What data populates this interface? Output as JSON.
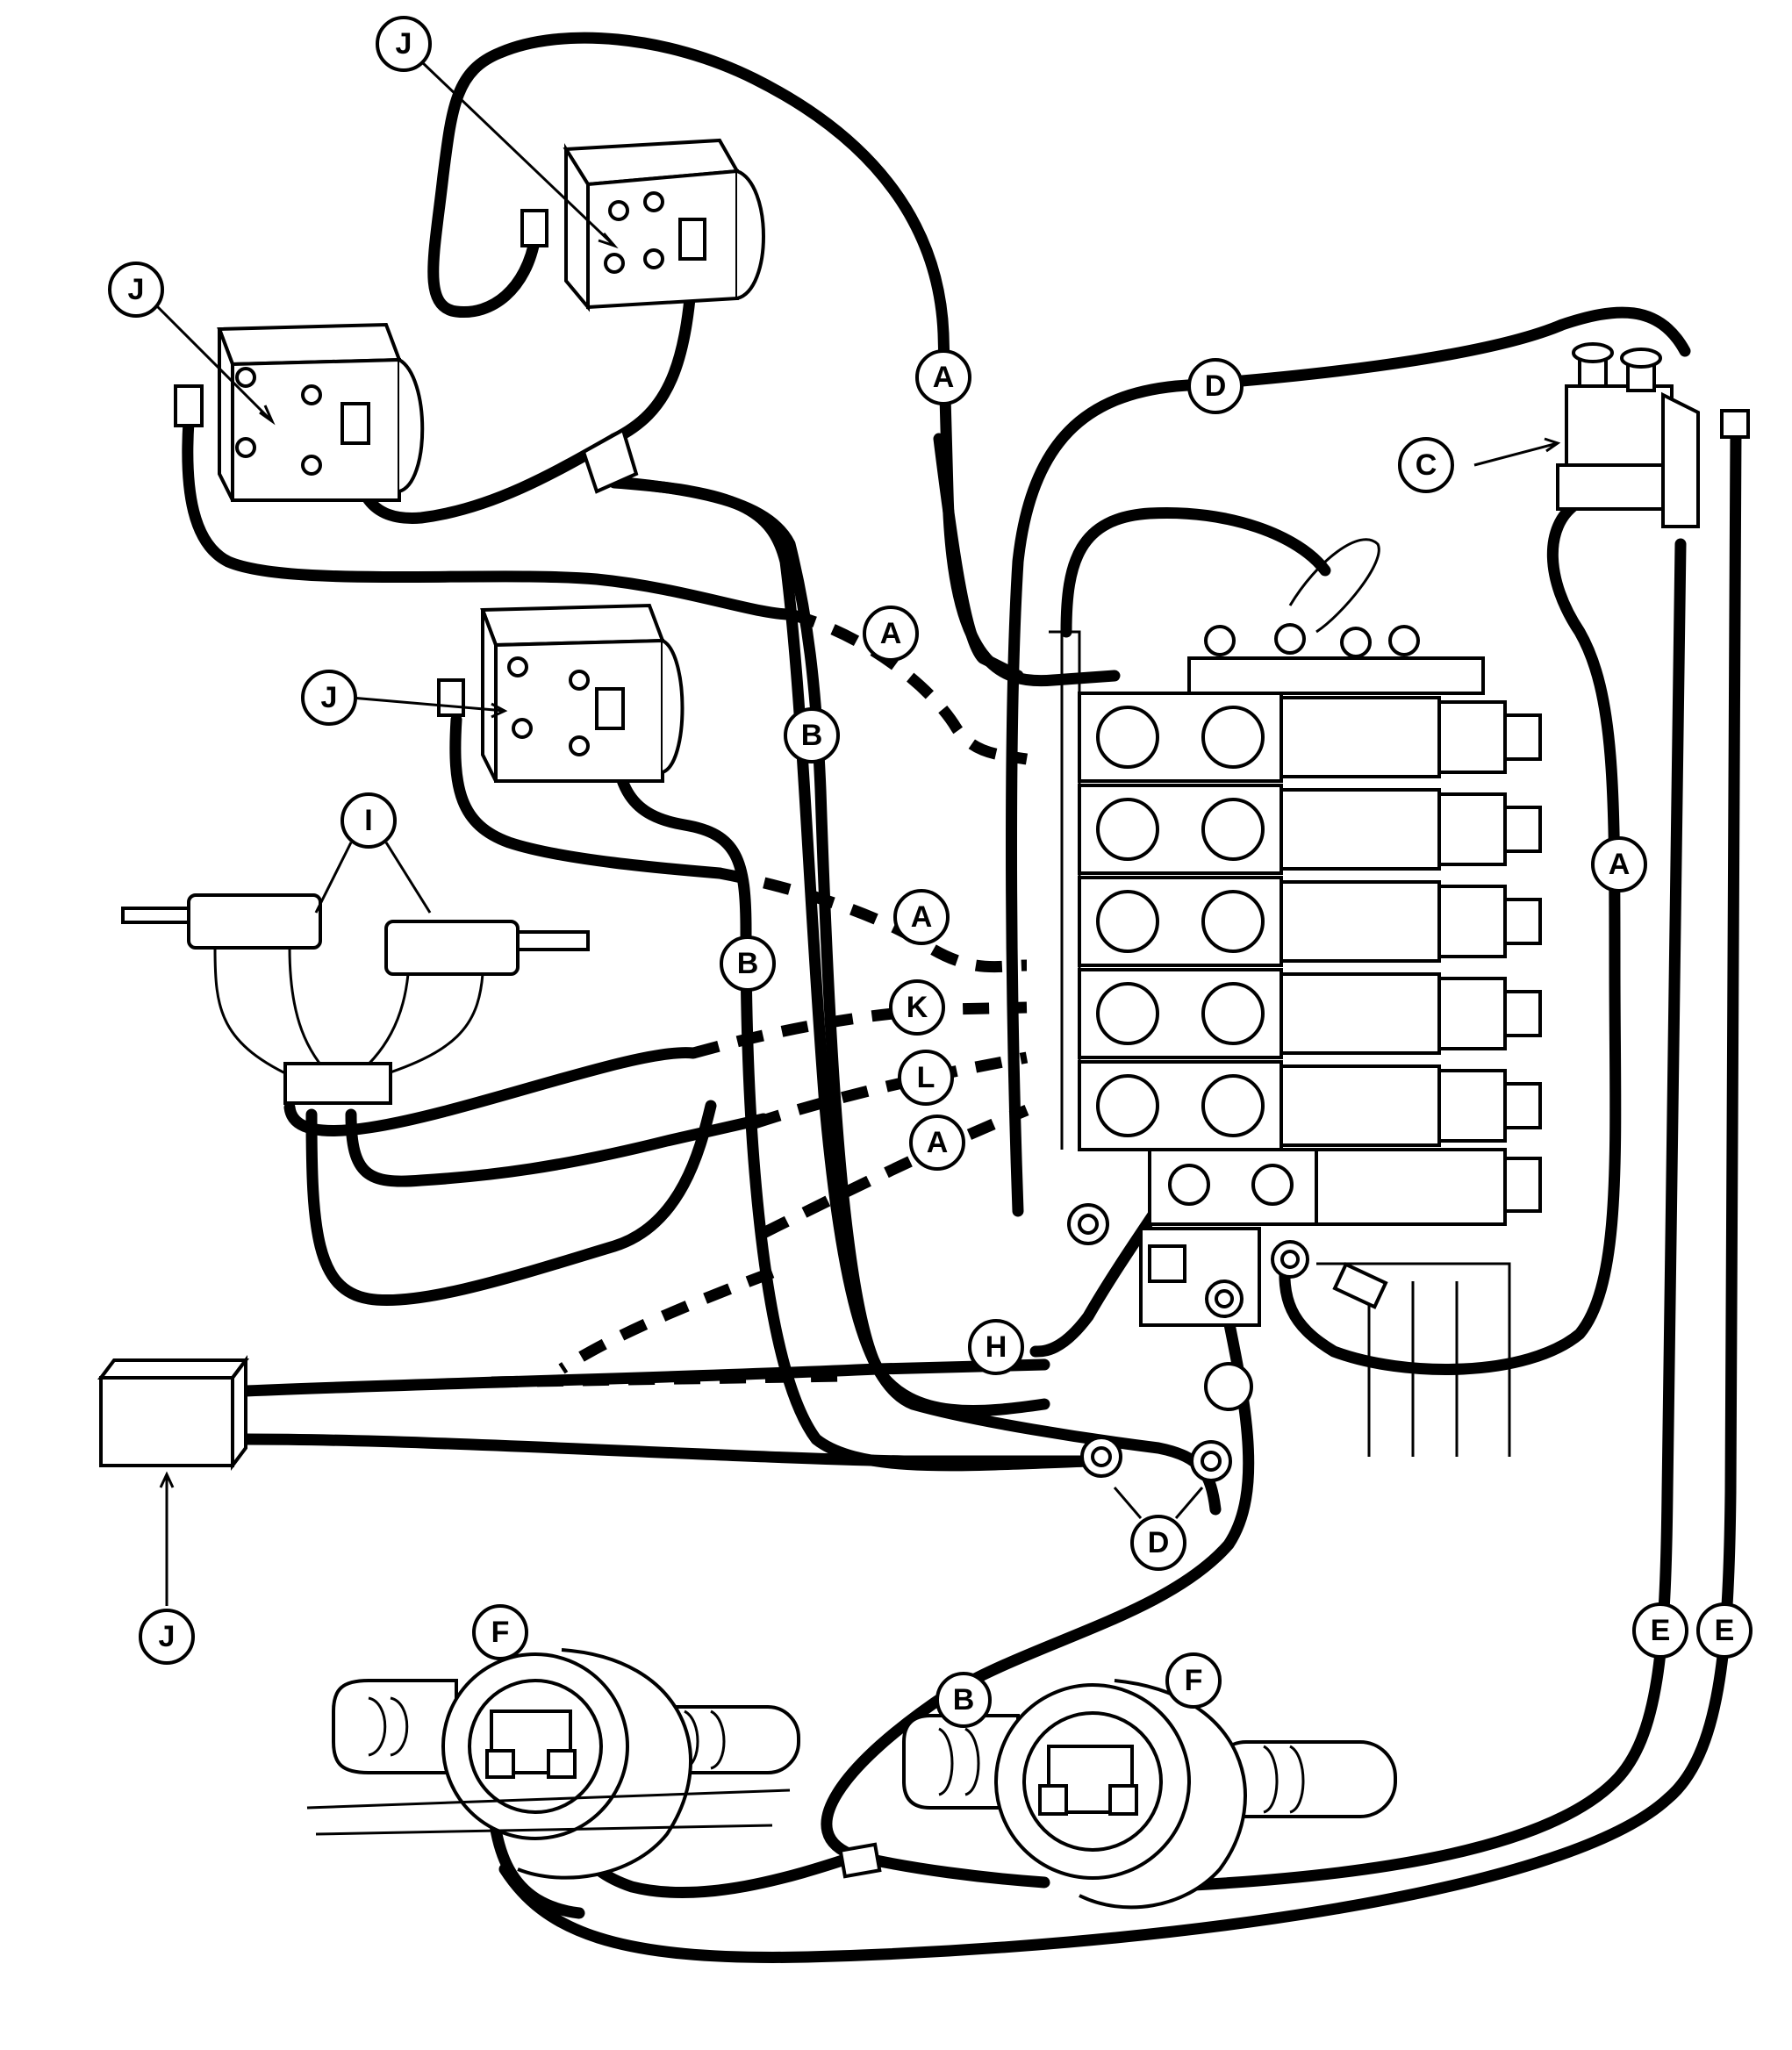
{
  "callouts": [
    {
      "id": "J1",
      "letter": "J"
    },
    {
      "id": "J2",
      "letter": "J"
    },
    {
      "id": "J3",
      "letter": "J"
    },
    {
      "id": "J4",
      "letter": "J"
    },
    {
      "id": "A1",
      "letter": "A"
    },
    {
      "id": "A2",
      "letter": "A"
    },
    {
      "id": "A3",
      "letter": "A"
    },
    {
      "id": "A4",
      "letter": "A"
    },
    {
      "id": "A5",
      "letter": "A"
    },
    {
      "id": "B1",
      "letter": "B"
    },
    {
      "id": "B2",
      "letter": "B"
    },
    {
      "id": "B3",
      "letter": "B"
    },
    {
      "id": "C",
      "letter": "C"
    },
    {
      "id": "D1",
      "letter": "D"
    },
    {
      "id": "D2",
      "letter": "D"
    },
    {
      "id": "E1",
      "letter": "E"
    },
    {
      "id": "E2",
      "letter": "E"
    },
    {
      "id": "F1",
      "letter": "F"
    },
    {
      "id": "F2",
      "letter": "F"
    },
    {
      "id": "H",
      "letter": "H"
    },
    {
      "id": "I",
      "letter": "I"
    },
    {
      "id": "K",
      "letter": "K"
    },
    {
      "id": "L",
      "letter": "L"
    }
  ]
}
